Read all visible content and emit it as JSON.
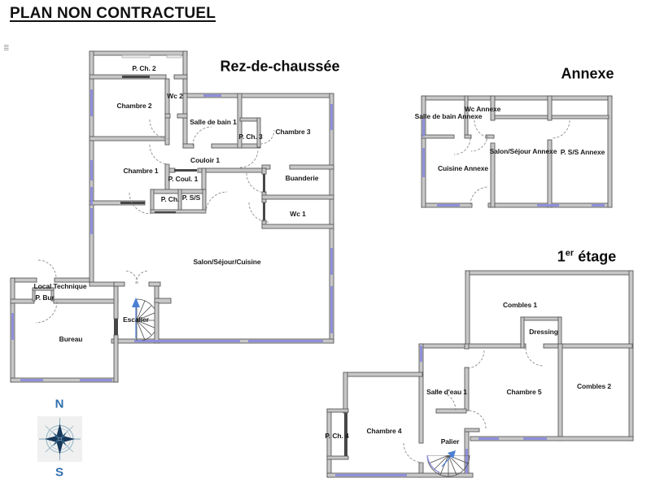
{
  "page_title": "PLAN NON CONTRACTUEL",
  "misc": {
    "edge_mark": "≣"
  },
  "compass": {
    "north_label": "N",
    "south_label": "S"
  },
  "colors": {
    "background": "#ffffff",
    "wall_fill": "#c7c7c7",
    "wall_stroke": "#595959",
    "window": "#8f8fdc",
    "door_arc": "#8c8c8c",
    "text": "#111111",
    "compass_text": "#2f6fae",
    "compass_star": "#16395c",
    "stair_arrow": "#4a7fd4"
  },
  "floors": {
    "rez": {
      "title": "Rez-de-chaussée",
      "rooms": {
        "p_ch_2": "P. Ch. 2",
        "chambre_2": "Chambre 2",
        "wc_2": "Wc 2",
        "salle_de_bain_1": "Salle de bain 1",
        "p_ch_3": "P. Ch. 3",
        "chambre_3": "Chambre 3",
        "couloir_1": "Couloir 1",
        "chambre_1": "Chambre 1",
        "p_coul_1": "P. Coul. 1",
        "buanderie": "Buanderie",
        "p_ch": "P. Ch.",
        "p_ss": "P. S/S",
        "wc_1": "Wc 1",
        "salon": "Salon/Séjour/Cuisine",
        "local_technique": "Local Technique",
        "p_bur": "P. Bur",
        "bureau": "Bureau",
        "escalier": "Escalier"
      }
    },
    "annexe": {
      "title": "Annexe",
      "rooms": {
        "salle_de_bain_annexe": "Salle de bain Annexe",
        "wc_annexe": "Wc Annexe",
        "cuisine_annexe": "Cuisine Annexe",
        "salon_sejour_annexe": "Salon/Séjour Annexe",
        "p_ss_annexe": "P. S/S Annexe"
      }
    },
    "etage1": {
      "title_number": "1",
      "title_sup": "er",
      "title_word": "étage",
      "rooms": {
        "combles_1": "Combles 1",
        "dressing": "Dressing",
        "salle_deau_1": "Salle d'eau 1",
        "chambre_5": "Chambre 5",
        "combles_2": "Combles 2",
        "chambre_4": "Chambre 4",
        "p_ch_4": "P. Ch. 4",
        "palier": "Palier"
      }
    }
  }
}
